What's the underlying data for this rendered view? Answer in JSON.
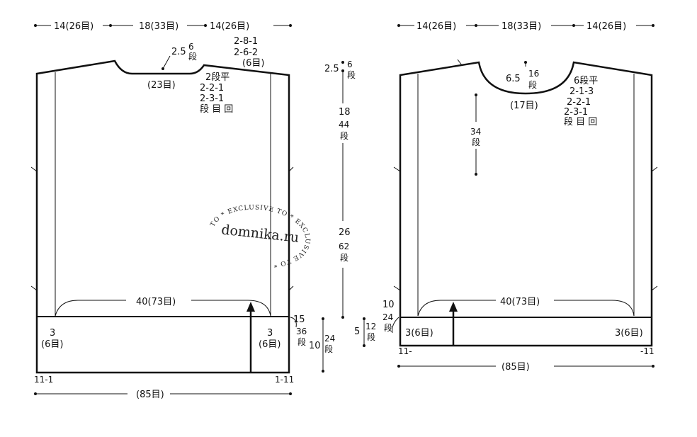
{
  "back": {
    "top_widths": [
      "14(26目)",
      "18(33目)",
      "14(26目)"
    ],
    "neck_depth": "2.5",
    "neck_depth_rows": [
      "6",
      "段"
    ],
    "neck_dec": [
      "2-8-1",
      "2-6-2",
      "(6目)"
    ],
    "neck_stitches": "(23目)",
    "shoulder": [
      "2段平",
      "2-2-1",
      "2-3-1",
      "段 目 回"
    ],
    "ribbing_width": "40(73目)",
    "side_left": [
      "3",
      "(6目)"
    ],
    "side_right": [
      "3",
      "(6目)"
    ],
    "side_height": "15",
    "side_height_rows": [
      "36",
      "段"
    ],
    "hem_height": "10",
    "hem_height_rows": [
      "24",
      "段"
    ],
    "bottom_width": "(85目)",
    "corner_left": "11-1",
    "corner_right": "1-11"
  },
  "middle_scale": {
    "top": "2.5",
    "top_rows": [
      "6",
      "段"
    ],
    "mid": "18",
    "mid_rows": [
      "44",
      "段"
    ],
    "low": "26",
    "low_rows": [
      "62",
      "段"
    ]
  },
  "front": {
    "top_widths": [
      "14(26目)",
      "18(33目)",
      "14(26目)"
    ],
    "neck_depth": "6.5",
    "neck_depth_rows": [
      "16",
      "段"
    ],
    "neck_stitches": "(17目)",
    "center_rows": [
      "34",
      "段"
    ],
    "shoulder": [
      "6段平",
      "2-1-3",
      "2-2-1",
      "2-3-1",
      "段 目 回"
    ],
    "ribbing_width": "40(73目)",
    "side_left": "3(6目)",
    "side_right": "3(6目)",
    "side_height": "10",
    "side_height_rows": [
      "24",
      "段"
    ],
    "hem_height": "5",
    "hem_height_rows": [
      "12",
      "段"
    ],
    "bottom_width": "(85目)",
    "corner_left": "11-",
    "corner_right": "-11"
  },
  "watermark": {
    "site": "domnika.ru",
    "ring": "TO * EXCLUSIVE TO * EXCLUSIVE TO *"
  }
}
